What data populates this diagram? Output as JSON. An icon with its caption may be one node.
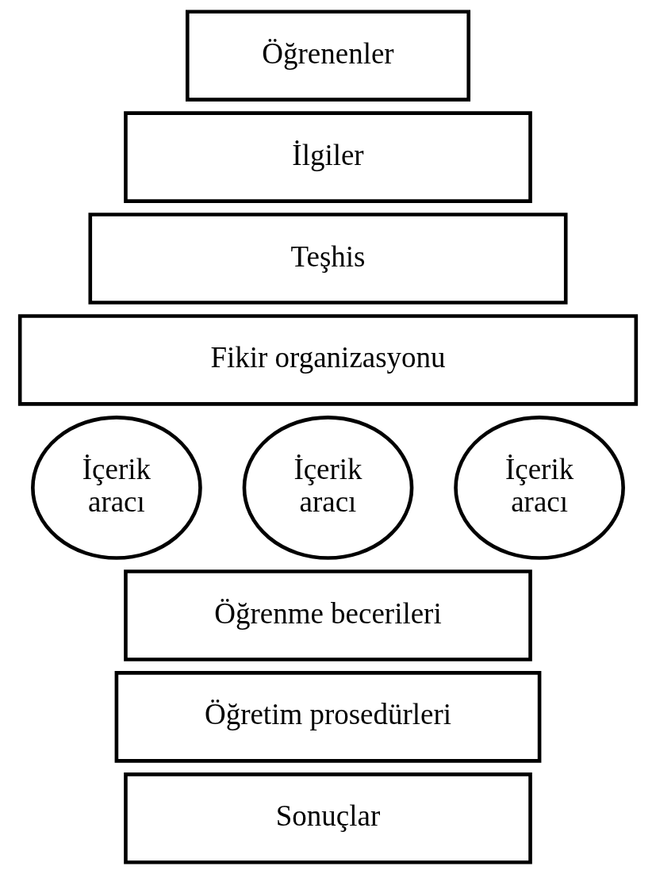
{
  "diagram": {
    "nodes": [
      {
        "text": [
          "Öğrenenler"
        ]
      },
      {
        "text": [
          "İlgiler"
        ]
      },
      {
        "text": [
          "Teşhis"
        ]
      },
      {
        "text": [
          "Fikir organizasyonu"
        ]
      },
      {
        "text": [
          "İçerik aracı"
        ]
      },
      {
        "text": [
          "İçerik aracı"
        ]
      },
      {
        "text": [
          "İçerik aracı"
        ]
      },
      {
        "text": [
          "Öğrenme becerileri"
        ]
      },
      {
        "text": [
          "Öğretim prosedürleri"
        ]
      },
      {
        "text": [
          "Sonuçlar"
        ]
      }
    ]
  }
}
